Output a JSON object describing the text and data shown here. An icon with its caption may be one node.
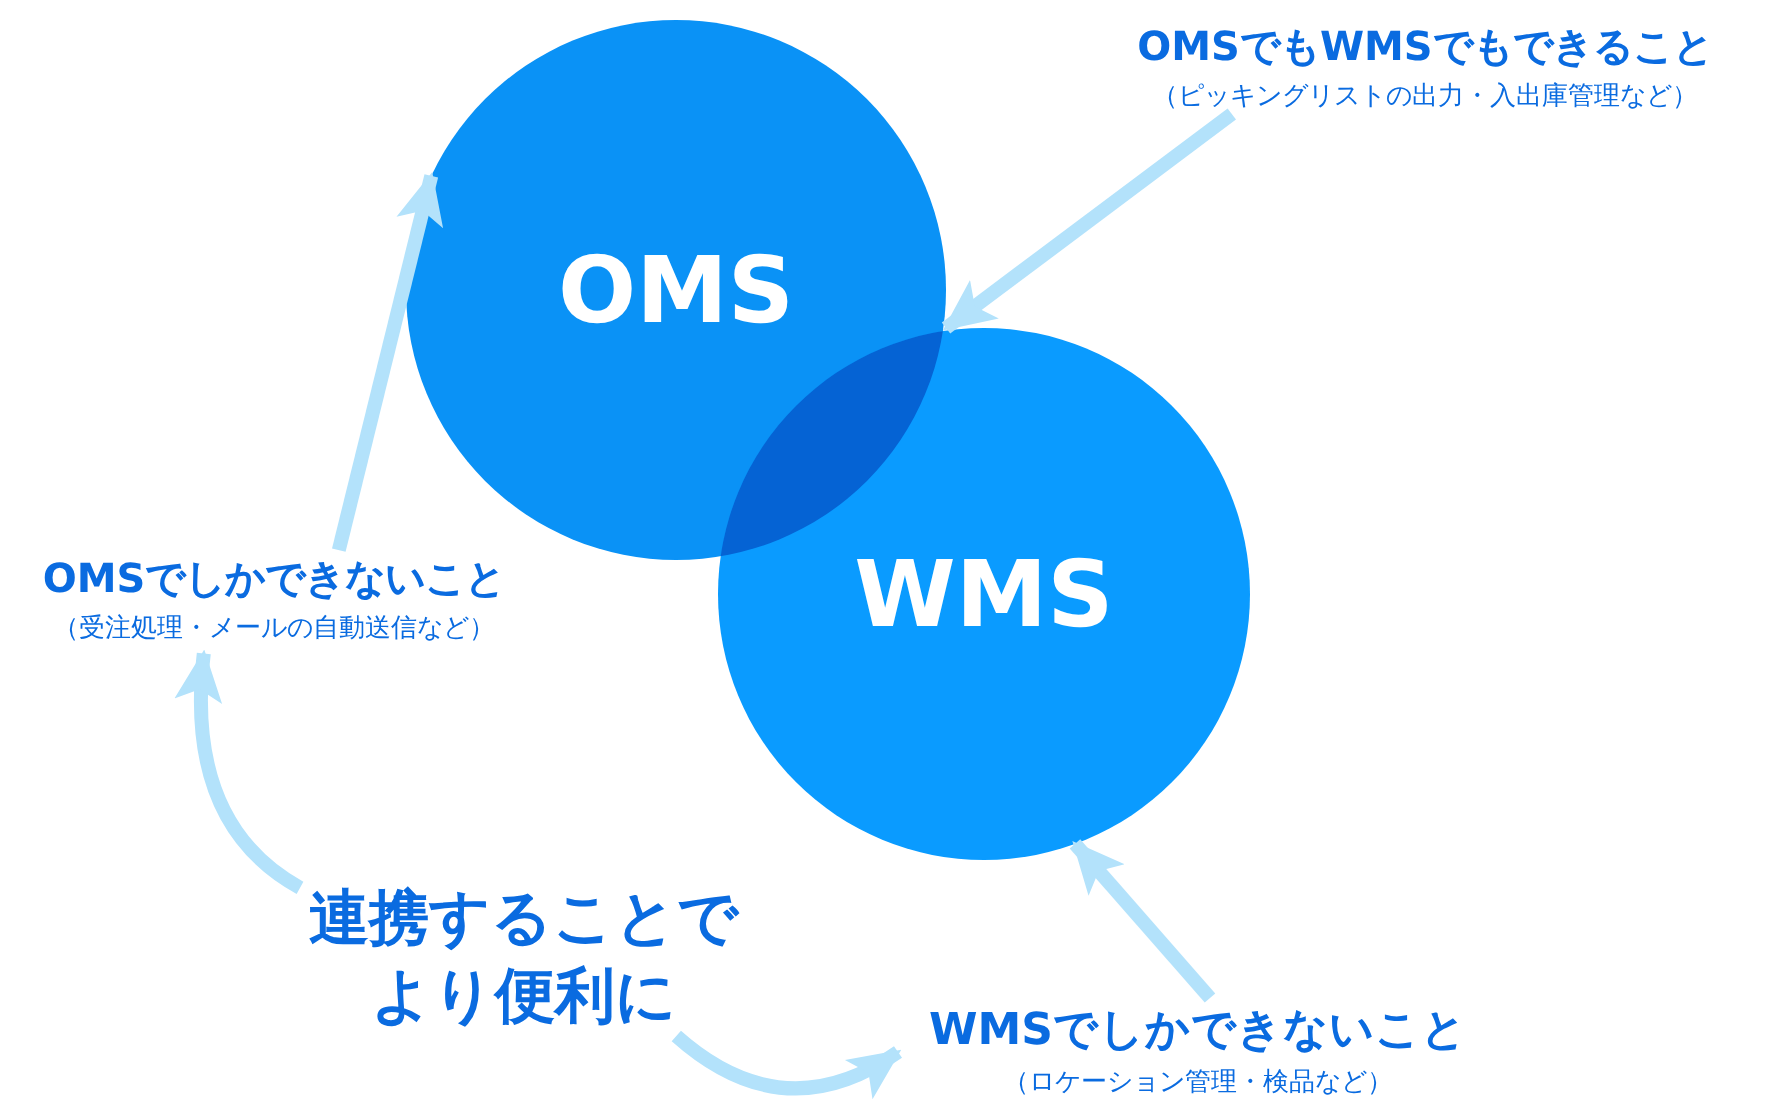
{
  "diagram": {
    "nodes": [
      {
        "text": [
          "OMS"
        ]
      },
      {
        "text": [
          "WMS"
        ]
      },
      {
        "text": [
          "OMSでもWMSでもできること",
          "（ピッキングリストの出力・入出庫管理など）"
        ]
      },
      {
        "text": [
          "OMSでしかできないこと",
          "（受注処理・メールの自動送信など）"
        ]
      },
      {
        "text": [
          "WMSでしかできないこと",
          "（ロケーション管理・検品など）"
        ]
      },
      {
        "text": [
          "連携することでより便利に"
        ]
      },
      {
        "text": [],
        "shape": "lens"
      }
    ],
    "edges": [
      {
        "from": 2,
        "to": 6,
        "arrow": "to"
      },
      {
        "from": 3,
        "to": 0,
        "arrow": "to"
      },
      {
        "from": 4,
        "to": 1,
        "arrow": "to"
      },
      {
        "from": 5,
        "to": 3,
        "arrow": "to"
      },
      {
        "from": 5,
        "to": 4,
        "arrow": "to"
      }
    ]
  }
}
